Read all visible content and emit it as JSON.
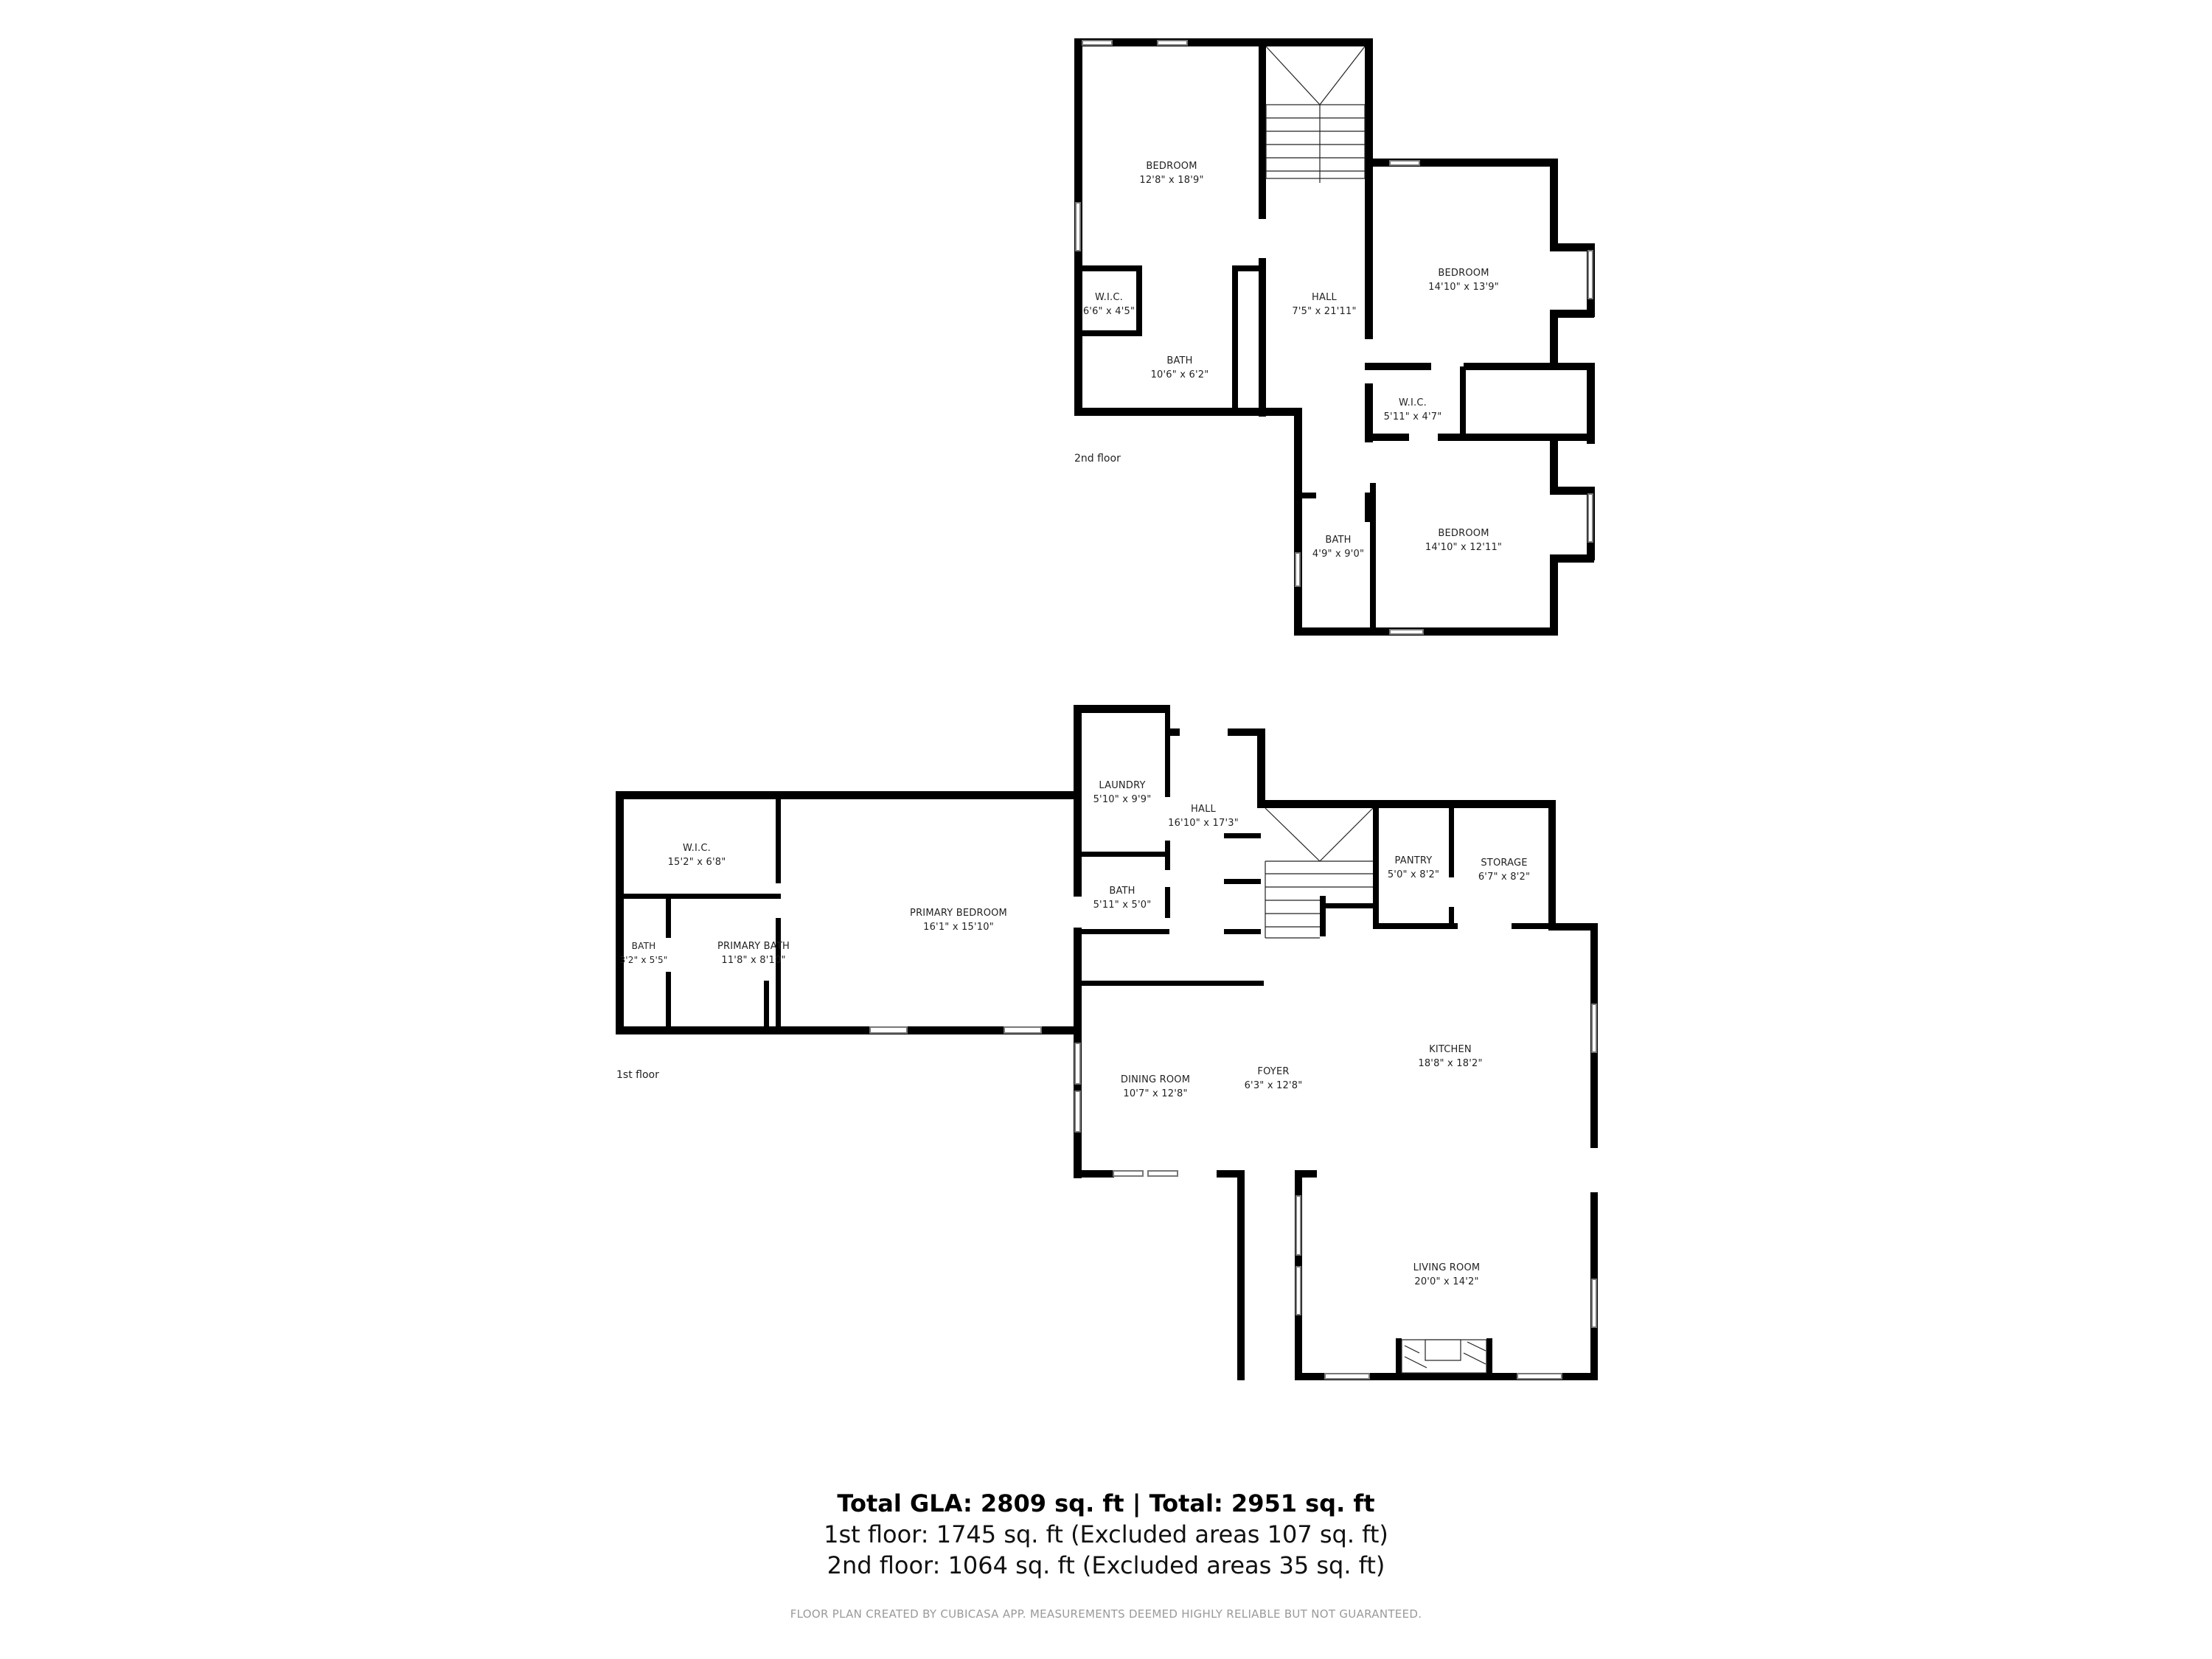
{
  "floors": [
    {
      "tag": "2nd floor",
      "rooms": [
        {
          "name": "BEDROOM",
          "dims": "12'8\" x 18'9\""
        },
        {
          "name": "W.I.C.",
          "dims": "6'6\" x 4'5\""
        },
        {
          "name": "BATH",
          "dims": "10'6\" x 6'2\""
        },
        {
          "name": "HALL",
          "dims": "7'5\" x 21'11\""
        },
        {
          "name": "BEDROOM",
          "dims": "14'10\" x 13'9\""
        },
        {
          "name": "W.I.C.",
          "dims": "5'11\" x 4'7\""
        },
        {
          "name": "BATH",
          "dims": "4'9\" x 9'0\""
        },
        {
          "name": "BEDROOM",
          "dims": "14'10\" x 12'11\""
        }
      ]
    },
    {
      "tag": "1st floor",
      "rooms": [
        {
          "name": "W.I.C.",
          "dims": "15'2\" x 6'8\""
        },
        {
          "name": "BATH",
          "dims": "3'2\" x 5'5\""
        },
        {
          "name": "PRIMARY BATH",
          "dims": "11'8\" x 8'10\""
        },
        {
          "name": "PRIMARY BEDROOM",
          "dims": "16'1\" x 15'10\""
        },
        {
          "name": "LAUNDRY",
          "dims": "5'10\" x 9'9\""
        },
        {
          "name": "BATH",
          "dims": "5'11\" x 5'0\""
        },
        {
          "name": "HALL",
          "dims": "16'10\" x 17'3\""
        },
        {
          "name": "PANTRY",
          "dims": "5'0\" x 8'2\""
        },
        {
          "name": "STORAGE",
          "dims": "6'7\" x 8'2\""
        },
        {
          "name": "DINING ROOM",
          "dims": "10'7\" x 12'8\""
        },
        {
          "name": "FOYER",
          "dims": "6'3\" x 12'8\""
        },
        {
          "name": "KITCHEN",
          "dims": "18'8\" x 18'2\""
        },
        {
          "name": "LIVING ROOM",
          "dims": "20'0\" x 14'2\""
        }
      ]
    }
  ],
  "summary": {
    "total": "Total GLA: 2809 sq. ft | Total: 2951 sq. ft",
    "floor1": "1st floor: 1745 sq. ft (Excluded areas 107 sq. ft)",
    "floor2": "2nd floor: 1064 sq. ft (Excluded areas 35 sq. ft)"
  },
  "disclaimer": "FLOOR PLAN CREATED BY CUBICASA APP. MEASUREMENTS DEEMED HIGHLY RELIABLE BUT NOT GUARANTEED.",
  "colors": {
    "wall": "#000000",
    "background": "#ffffff",
    "disclaimer": "#9a9a9a"
  }
}
